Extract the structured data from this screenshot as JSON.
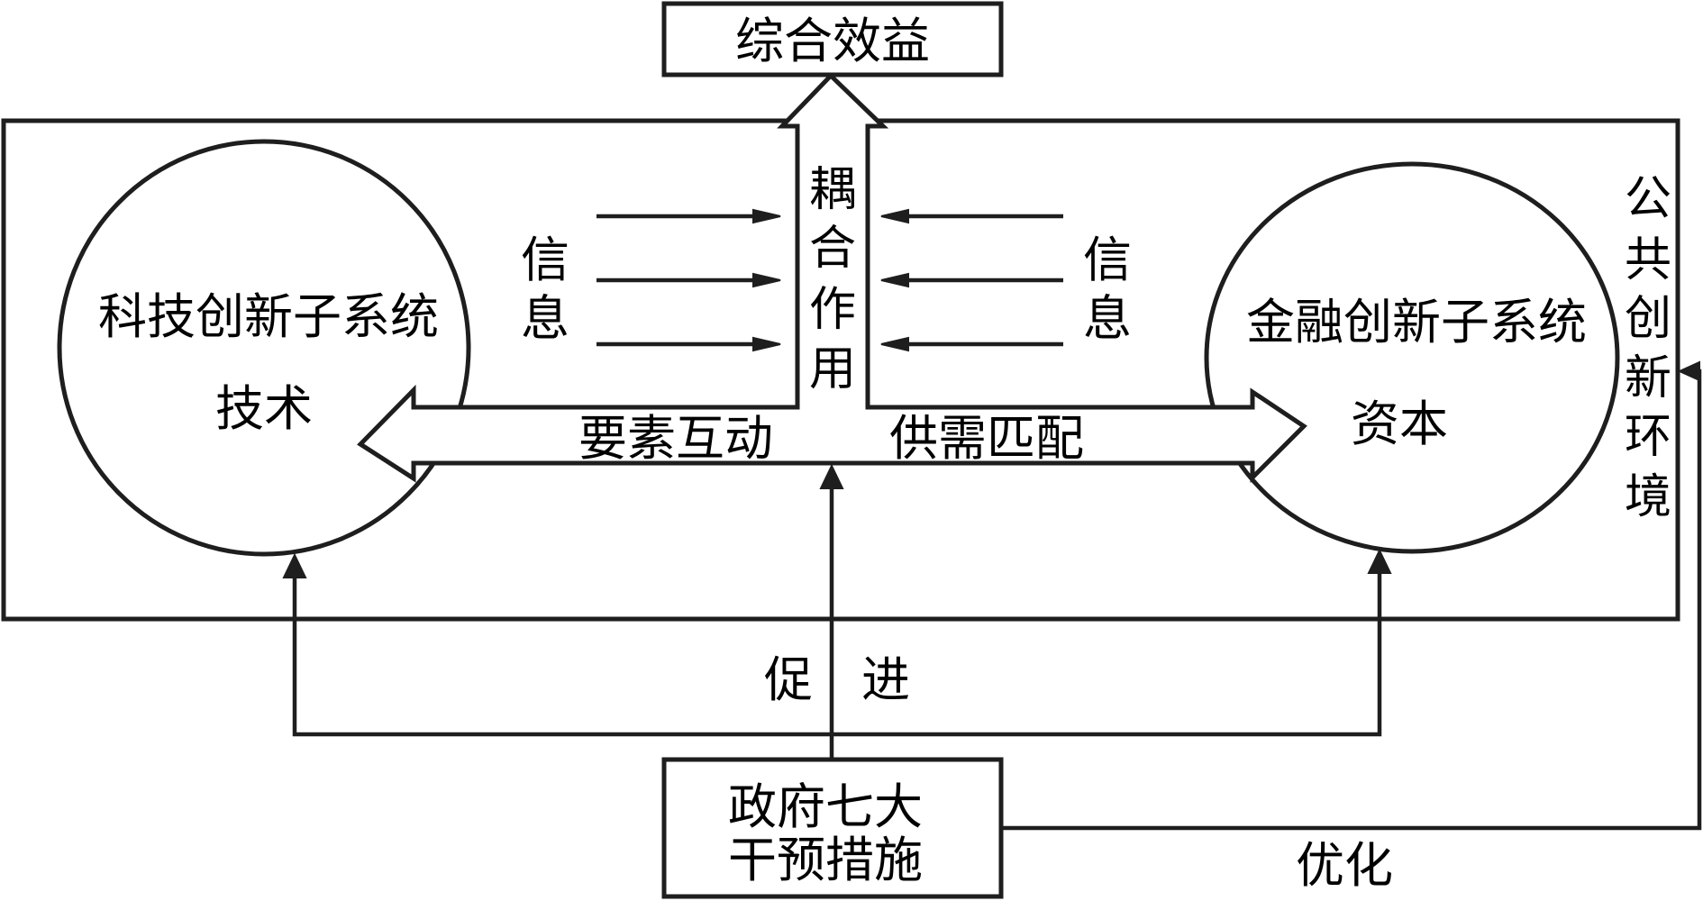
{
  "diagram": {
    "outcome_box": {
      "label": "综合效益"
    },
    "coupling_label": [
      "耦",
      "合",
      "作",
      "用"
    ],
    "tech_subsystem": {
      "title": "科技创新子系统",
      "element": "技术"
    },
    "finance_subsystem": {
      "title": "金融创新子系统",
      "element": "资本"
    },
    "info_left": [
      "信",
      "息"
    ],
    "info_right": [
      "信",
      "息"
    ],
    "interaction_left": "要素互动",
    "interaction_right": "供需匹配",
    "environment_label": [
      "公",
      "共",
      "创",
      "新",
      "环",
      "境"
    ],
    "promote_label": [
      "促",
      "进"
    ],
    "government_box": {
      "line1": "政府七大",
      "line2": "干预措施"
    },
    "optimize_label": "优化",
    "colors": {
      "stroke": "#1e1e1e",
      "background": "#ffffff"
    }
  }
}
